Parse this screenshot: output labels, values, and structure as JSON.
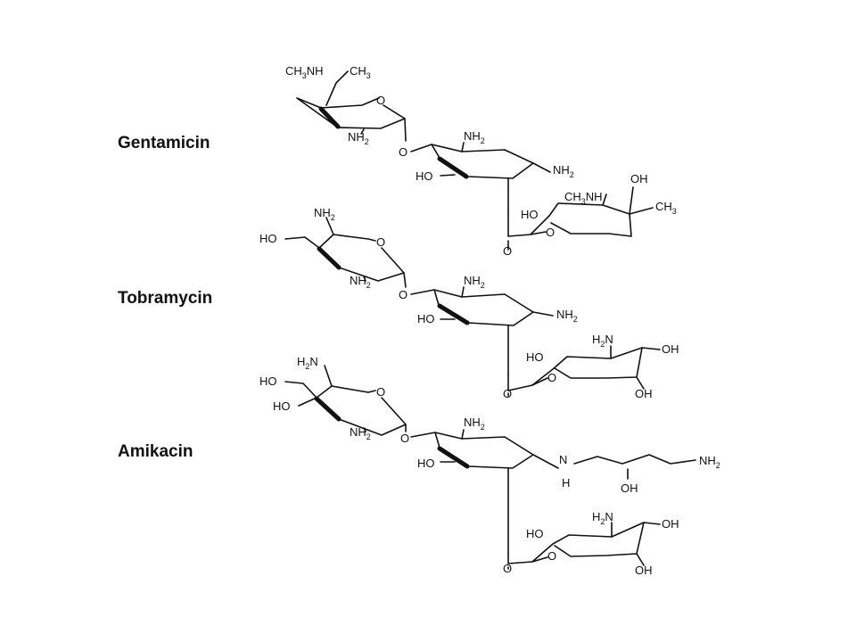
{
  "molecules": [
    {
      "name": "Gentamicin"
    },
    {
      "name": "Tobramycin"
    },
    {
      "name": "Amikacin"
    }
  ],
  "atoms": {
    "O": "O",
    "OH": "OH",
    "HO": "HO",
    "NH": "NH",
    "N": "N",
    "H": "H",
    "NH2": "NH",
    "H2N": "H",
    "CH3": "CH",
    "CH3NH": "CH",
    "sub2": "2",
    "sub3": "3",
    "suffix_N": "N",
    "suffix_NH": "NH"
  }
}
